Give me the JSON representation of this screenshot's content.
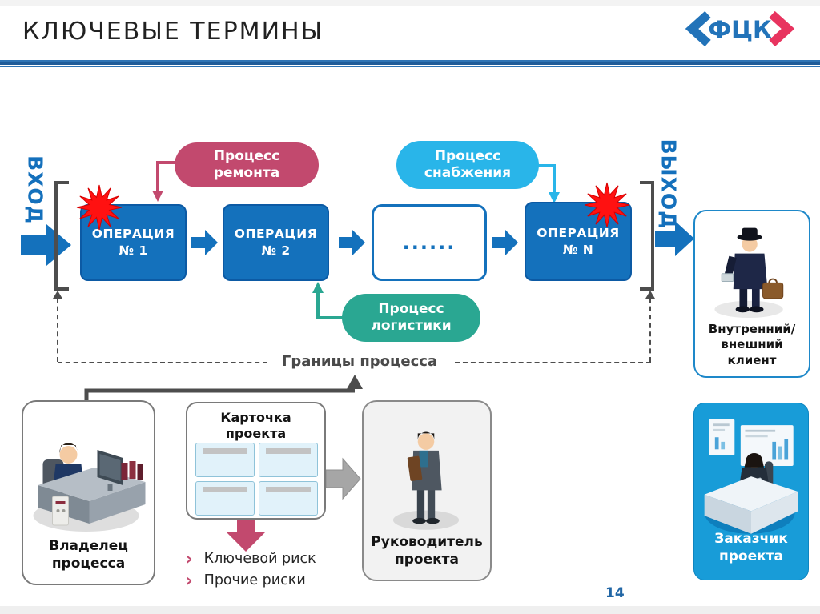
{
  "header": {
    "title": "КЛЮЧЕВЫЕ ТЕРМИНЫ",
    "logo_text": "ФЦК"
  },
  "footer": {
    "page_number": "14"
  },
  "flow": {
    "input_label": "ВХОД",
    "output_label": "ВЫХОД",
    "operations": [
      {
        "title": "ОПЕРАЦИЯ",
        "number": "№ 1"
      },
      {
        "title": "ОПЕРАЦИЯ",
        "number": "№ 2"
      },
      {
        "title": "ОПЕРАЦИЯ",
        "number": "№ N"
      }
    ],
    "ellipsis": "......",
    "process_labels": {
      "repair": {
        "line1": "Процесс",
        "line2": "ремонта"
      },
      "supply": {
        "line1": "Процесс",
        "line2": "снабжения"
      },
      "logistics": {
        "line1": "Процесс",
        "line2": "логистики"
      }
    },
    "boundary_label": "Границы процесса"
  },
  "cards": {
    "process_owner": {
      "line1": "Владелец",
      "line2": "процесса"
    },
    "project_card": {
      "line1": "Карточка",
      "line2": "проекта"
    },
    "project_manager": {
      "line1": "Руководитель",
      "line2": "проекта"
    },
    "client": {
      "line1": "Внутренний/",
      "line2": "внешний",
      "line3": "клиент"
    },
    "customer": {
      "line1": "Заказчик",
      "line2": "проекта"
    }
  },
  "risks": {
    "bullet": "›",
    "items": [
      {
        "label": "Ключевой риск"
      },
      {
        "label": "Прочие риски"
      }
    ]
  },
  "colors": {
    "primary_blue": "#1471bc",
    "cyan": "#29b5e9",
    "teal": "#2aa792",
    "crimson": "#c2496e",
    "alert_red": "#ff1111",
    "bracket_gray": "#4d4d4d",
    "logo_blue": "#2273b9",
    "logo_red": "#e8345f",
    "customer_card_blue": "#189cd8",
    "separator_blue": "#2e74b5",
    "page_number_blue": "#2166a5"
  }
}
